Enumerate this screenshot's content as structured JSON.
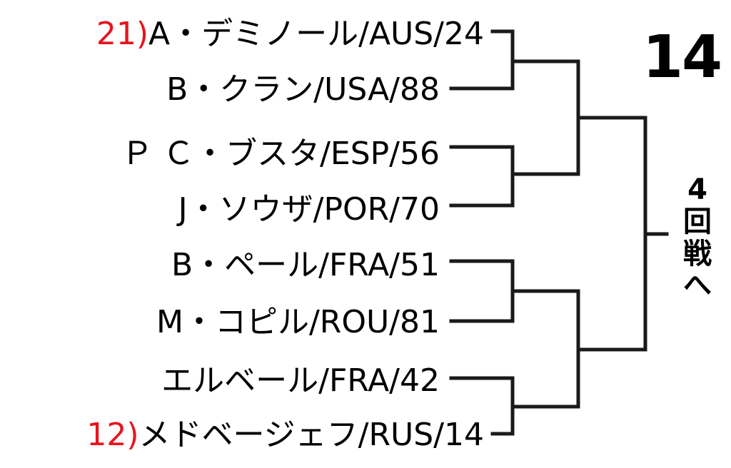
{
  "block_number": "14",
  "round_label": [
    "4",
    "回",
    "戦",
    "へ"
  ],
  "colors": {
    "seed": "#e8141e",
    "line": "#1a1a1a",
    "text": "#000000"
  },
  "players": [
    {
      "seed": "21)",
      "name": "A・デミノール/AUS/24"
    },
    {
      "seed": "",
      "name": "B・クラン/USA/88"
    },
    {
      "seed": "",
      "name": "Ｐ Ｃ・ブスタ/ESP/56"
    },
    {
      "seed": "",
      "name": "J・ソウザ/POR/70"
    },
    {
      "seed": "",
      "name": "B・ペール/FRA/51"
    },
    {
      "seed": "",
      "name": "M・コピル/ROU/81"
    },
    {
      "seed": "",
      "name": "エルベール/FRA/42"
    },
    {
      "seed": "12)",
      "name": "メドベージェフ/RUS/14"
    }
  ]
}
